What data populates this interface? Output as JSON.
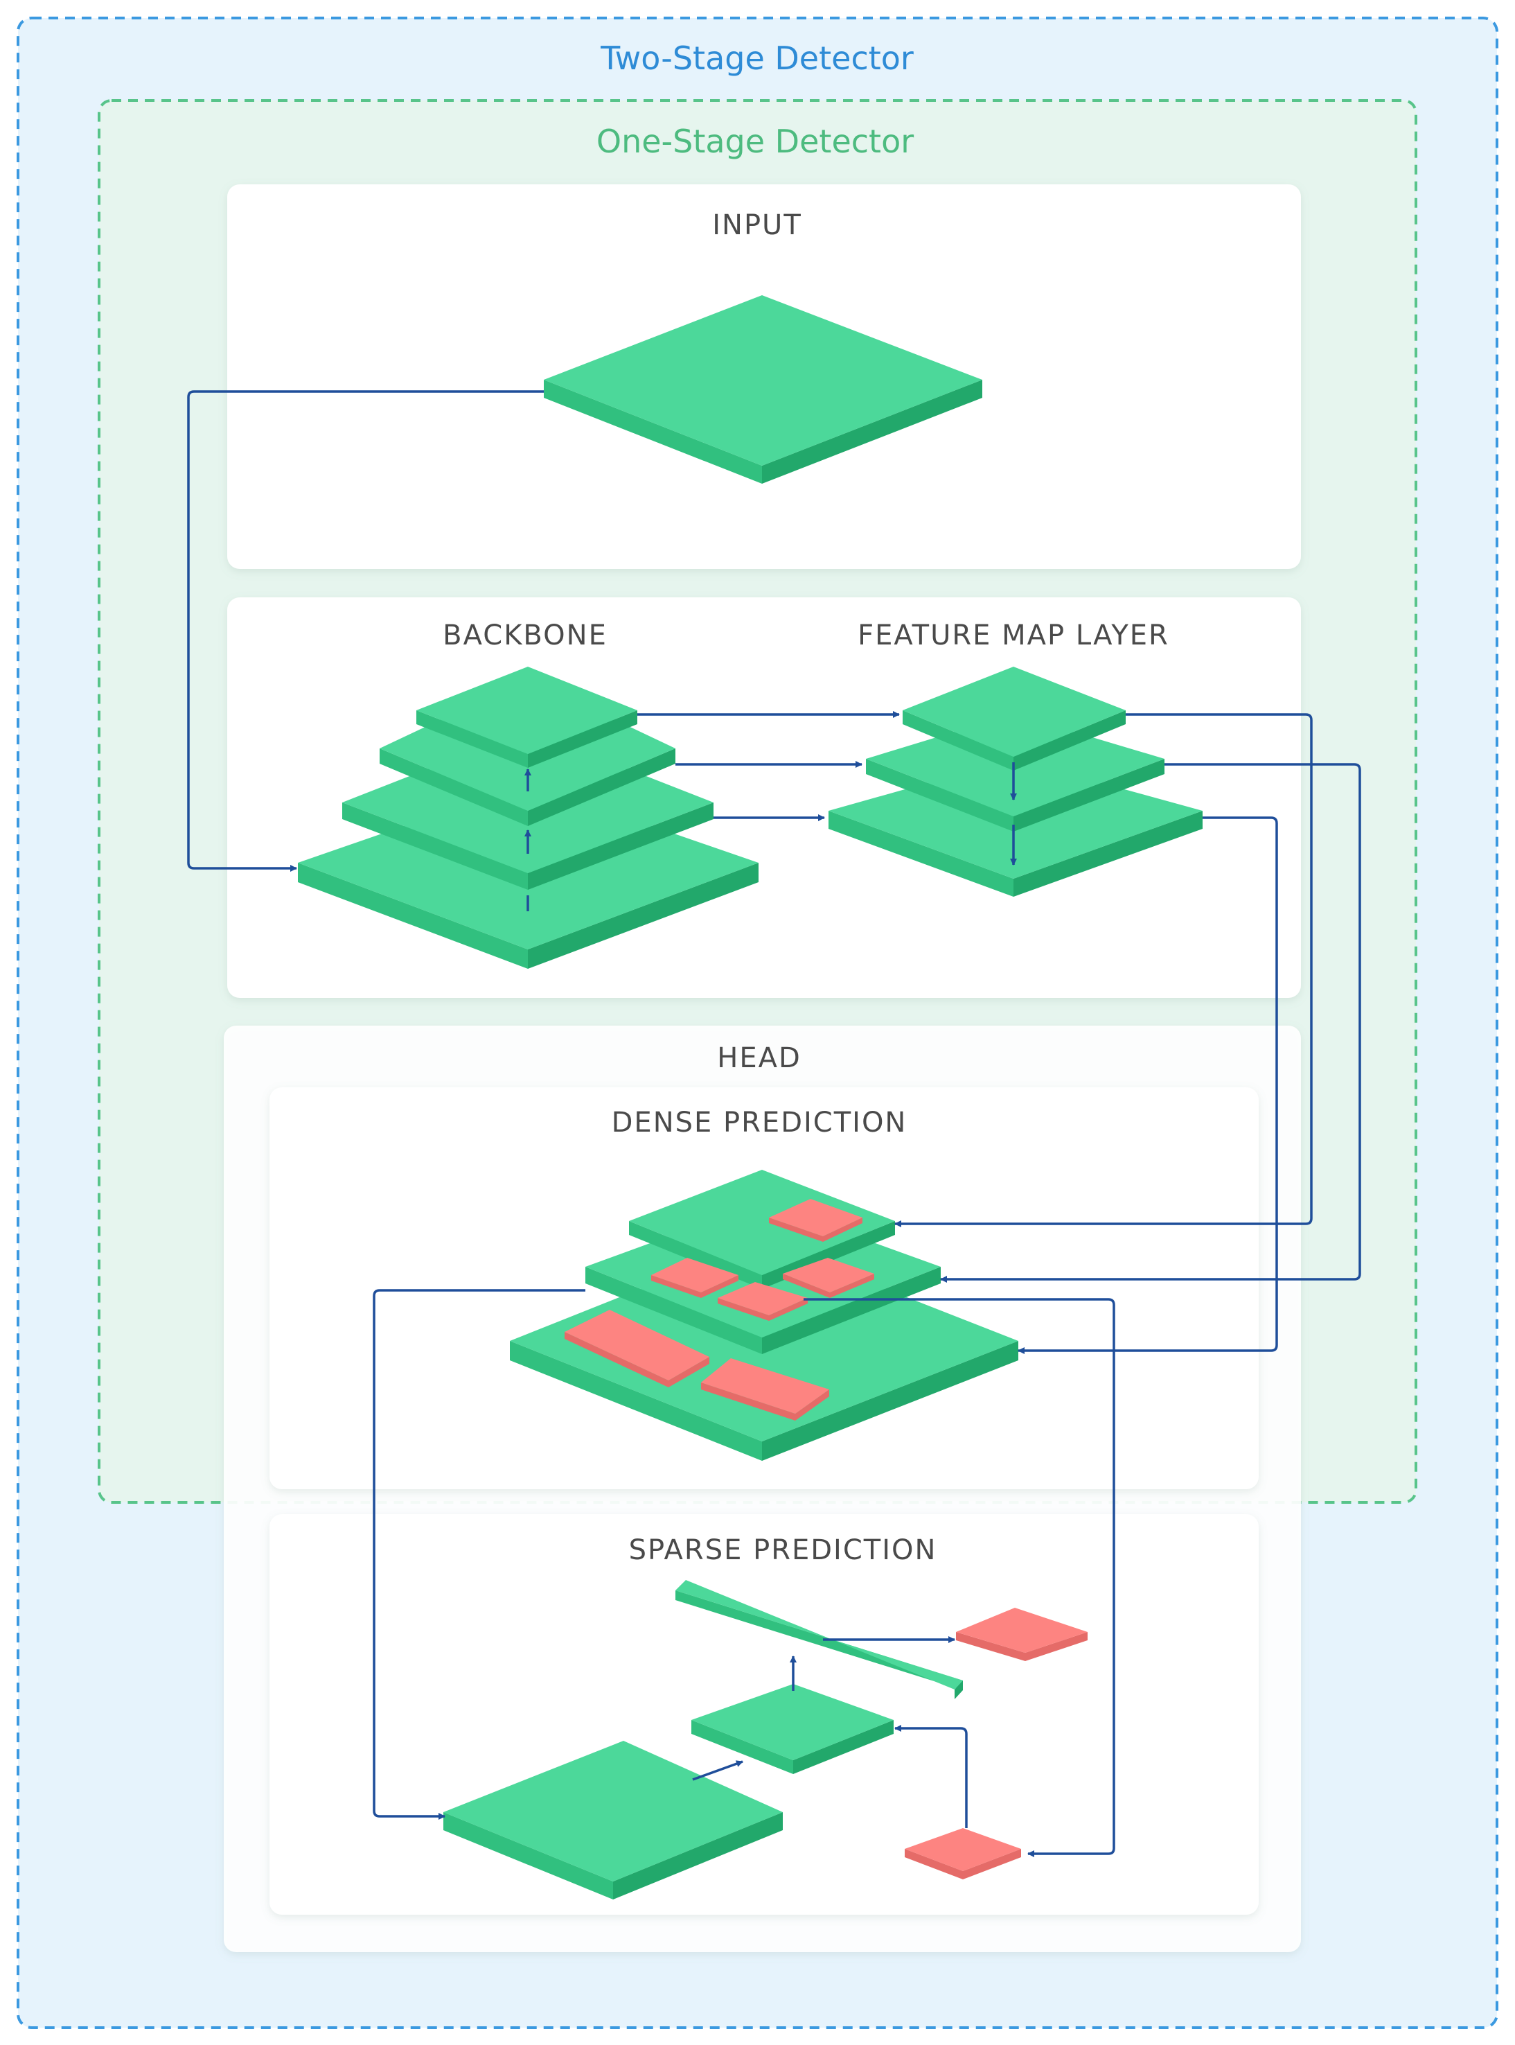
{
  "labels": {
    "two_stage": "Two-Stage Detector",
    "one_stage": "One-Stage Detector",
    "input": "INPUT",
    "backbone": "BACKBONE",
    "feature_map_layer": "FEATURE MAP LAYER",
    "head": "HEAD",
    "dense_prediction": "DENSE PREDICTION",
    "sparse_prediction": "SPARSE PREDICTION"
  },
  "colors": {
    "two_stage_border": "#3b99e0",
    "two_stage_fill": "#e6f3fc",
    "two_stage_text": "#2e8bd6",
    "one_stage_border": "#58c48a",
    "one_stage_fill": "#e6f5ee",
    "one_stage_text": "#4dbb7f",
    "panel": "#ffffff",
    "block_top": "#4cd89a",
    "block_front": "#31c07f",
    "block_side": "#22a86b",
    "box_top": "#fd8481",
    "box_side": "#e56b68",
    "arrow": "#1f4e9a",
    "label_text": "#4a4a4a"
  }
}
